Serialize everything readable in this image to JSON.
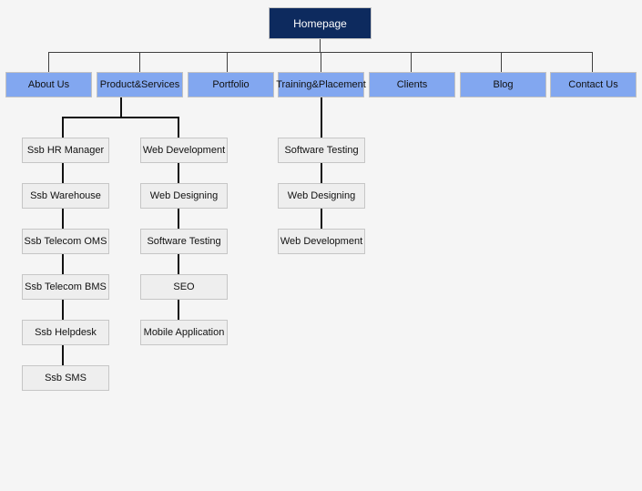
{
  "diagram": {
    "root": "Homepage",
    "main_pages": [
      "About Us",
      "Product&Services",
      "Portfolio",
      "Training&Placement",
      "Clients",
      "Blog",
      "Contact Us"
    ],
    "product_services_children_col1": [
      "Ssb HR Manager",
      "Ssb Warehouse",
      "Ssb Telecom OMS",
      "Ssb Telecom BMS",
      "Ssb Helpdesk",
      "Ssb SMS"
    ],
    "product_services_children_col2": [
      "Web Development",
      "Web Designing",
      "Software Testing",
      "SEO",
      "Mobile Application"
    ],
    "training_placement_children": [
      "Software Testing",
      "Web Designing",
      "Web Development"
    ],
    "colors": {
      "background": "#f5f5f5",
      "root_bg": "#0d2a5e",
      "root_text": "#ffffff",
      "main_page_bg": "#82a7f0",
      "leaf_bg": "#eeeeee",
      "leaf_border": "#c6c6c6",
      "connector": "#1a1a1a"
    }
  }
}
